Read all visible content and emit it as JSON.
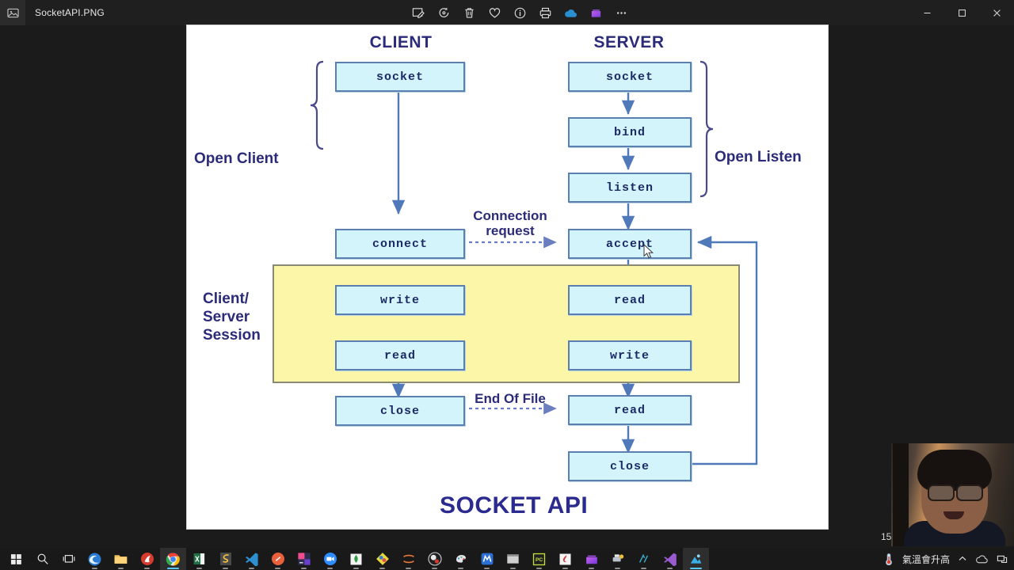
{
  "window": {
    "app_icon": "photo-icon",
    "file_name": "SocketAPI.PNG",
    "toolbar": [
      {
        "name": "edit-markup-icon",
        "label": "Edit & Create"
      },
      {
        "name": "rotate-icon",
        "label": "Rotate"
      },
      {
        "name": "delete-icon",
        "label": "Delete"
      },
      {
        "name": "favorite-heart-icon",
        "label": "Add to favorites"
      },
      {
        "name": "info-icon",
        "label": "File info"
      },
      {
        "name": "print-icon",
        "label": "Print"
      },
      {
        "name": "onedrive-cloud-icon",
        "label": "OneDrive"
      },
      {
        "name": "collection-icon",
        "label": "Add to album"
      },
      {
        "name": "more-options-icon",
        "label": "See more"
      }
    ],
    "controls": [
      {
        "name": "minimize-button",
        "glyph": "–"
      },
      {
        "name": "maximize-button",
        "glyph": "❐"
      },
      {
        "name": "close-button",
        "glyph": "✕"
      }
    ]
  },
  "image": {
    "title": "SOCKET API",
    "columns": [
      {
        "name": "client",
        "label": "CLIENT"
      },
      {
        "name": "server",
        "label": "SERVER"
      }
    ],
    "group_labels": [
      {
        "name": "open-client",
        "label": "Open Client"
      },
      {
        "name": "open-listen",
        "label": "Open Listen"
      },
      {
        "name": "client-server-session",
        "label": "Client/\nServer\nSession"
      }
    ],
    "client_nodes": [
      {
        "name": "client-socket",
        "label": "socket"
      },
      {
        "name": "client-connect",
        "label": "connect"
      },
      {
        "name": "client-write",
        "label": "write"
      },
      {
        "name": "client-read",
        "label": "read"
      },
      {
        "name": "client-close",
        "label": "close"
      }
    ],
    "server_nodes": [
      {
        "name": "server-socket",
        "label": "socket"
      },
      {
        "name": "server-bind",
        "label": "bind"
      },
      {
        "name": "server-listen",
        "label": "listen"
      },
      {
        "name": "server-accept",
        "label": "accept"
      },
      {
        "name": "server-read-session",
        "label": "read"
      },
      {
        "name": "server-write-session",
        "label": "write"
      },
      {
        "name": "server-read-eof",
        "label": "read"
      },
      {
        "name": "server-close",
        "label": "close"
      }
    ],
    "edge_labels": [
      {
        "name": "connection-request-label",
        "label": "Connection\nrequest"
      },
      {
        "name": "end-of-file-label",
        "label": "End Of File"
      }
    ],
    "colors": {
      "node_fill": "#d3f4fa",
      "node_border": "#5b7fb0",
      "node_text": "#1c2a66",
      "session_band": "#fcf7a8",
      "heading": "#2b2b7a",
      "title": "#2b2b8f",
      "canvas": "#ffffff"
    }
  },
  "overlay": {
    "frame_counter": "15",
    "webcam_name": "webcam-preview"
  },
  "taskbar": {
    "items": [
      {
        "name": "start-button",
        "state": "idle"
      },
      {
        "name": "search-button",
        "state": "idle"
      },
      {
        "name": "task-view-button",
        "state": "idle"
      },
      {
        "name": "taskbar-edge",
        "state": "run"
      },
      {
        "name": "taskbar-file-explorer",
        "state": "run"
      },
      {
        "name": "taskbar-app-red",
        "state": "run"
      },
      {
        "name": "taskbar-chrome",
        "state": "run"
      },
      {
        "name": "taskbar-excel",
        "state": "run"
      },
      {
        "name": "taskbar-sublime",
        "state": "run"
      },
      {
        "name": "taskbar-vscode",
        "state": "run"
      },
      {
        "name": "taskbar-app-orange",
        "state": "run"
      },
      {
        "name": "taskbar-intellij",
        "state": "run"
      },
      {
        "name": "taskbar-zoom",
        "state": "run"
      },
      {
        "name": "taskbar-mongodb",
        "state": "run"
      },
      {
        "name": "taskbar-app-diamond",
        "state": "run"
      },
      {
        "name": "taskbar-app-curve",
        "state": "run"
      },
      {
        "name": "taskbar-obs",
        "state": "run"
      },
      {
        "name": "taskbar-paint-app",
        "state": "run"
      },
      {
        "name": "taskbar-app-blue-m",
        "state": "run"
      },
      {
        "name": "taskbar-terminal",
        "state": "run"
      },
      {
        "name": "taskbar-pycharm",
        "state": "run"
      },
      {
        "name": "taskbar-app-white",
        "state": "run"
      },
      {
        "name": "taskbar-collection",
        "state": "run"
      },
      {
        "name": "taskbar-app-printer",
        "state": "run"
      },
      {
        "name": "taskbar-app-teal",
        "state": "run"
      },
      {
        "name": "taskbar-visual-studio",
        "state": "run"
      },
      {
        "name": "taskbar-photos",
        "state": "active"
      }
    ],
    "tray": {
      "weather_text": "氣溫會升高",
      "icons": [
        {
          "name": "thermometer-icon"
        },
        {
          "name": "show-hidden-icons-chevron"
        },
        {
          "name": "onedrive-tray-icon"
        },
        {
          "name": "network-tray-icon"
        }
      ]
    }
  }
}
